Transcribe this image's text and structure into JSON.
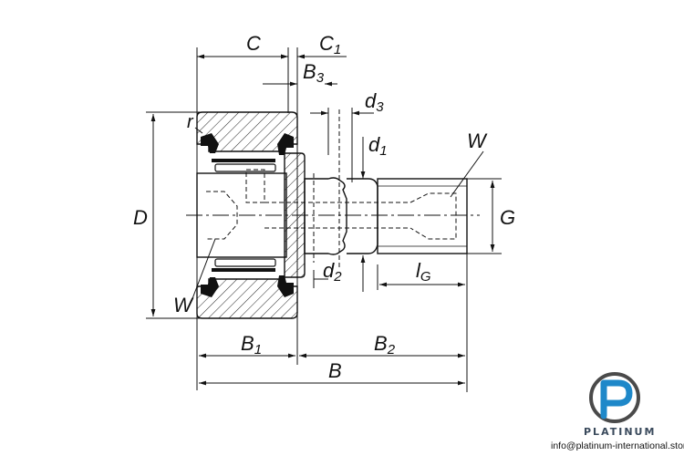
{
  "labels": {
    "C": "C",
    "C1": "C",
    "C1_sub": "1",
    "B3": "B",
    "B3_sub": "3",
    "d3": "d",
    "d3_sub": "3",
    "d1": "d",
    "d1_sub": "1",
    "W_top": "W",
    "D": "D",
    "G": "G",
    "W_bottom": "W",
    "r": "r",
    "d2": "d",
    "d2_sub": "2",
    "lG": "l",
    "lG_sub": "G",
    "B1": "B",
    "B1_sub": "1",
    "B2": "B",
    "B2_sub": "2",
    "B": "B"
  },
  "brand": {
    "name": "PLATINUM",
    "email": "info@platinum-international.store",
    "primary_color": "#1e88c9",
    "secondary_color": "#4a4a4a"
  }
}
